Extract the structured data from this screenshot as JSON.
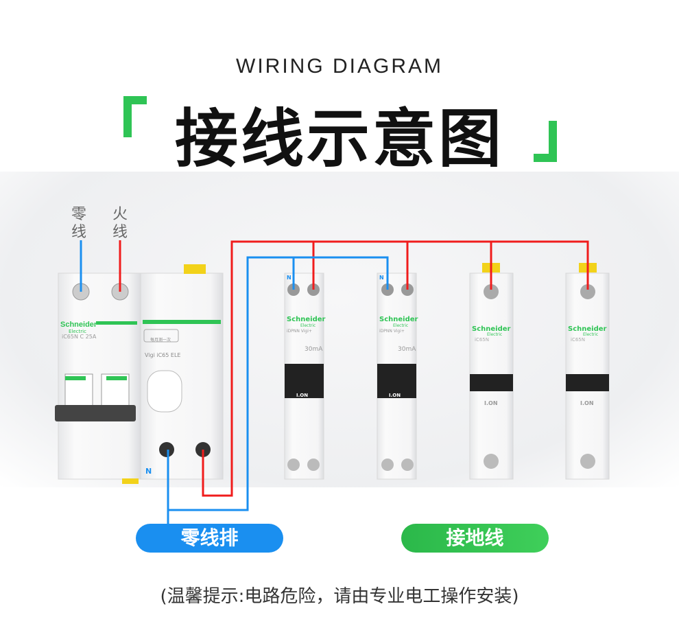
{
  "header": {
    "subtitle_en": "WIRING DIAGRAM",
    "title_cn": "接线示意图"
  },
  "labels": {
    "neutral": "零线",
    "live": "火线"
  },
  "devices": {
    "main": {
      "brand": "Schneider",
      "brand_sub": "Electric",
      "model": "iC65N  C 25A",
      "rcd_model": "Vigi iC65 ELE",
      "test_note": "每月测一次",
      "n_mark": "N"
    },
    "rcbo": [
      {
        "brand": "Schneider",
        "brand_sub": "Electric",
        "model": "iDPNN Vigi+",
        "rating": "30mA",
        "handle": "I.ON",
        "n_mark": "N"
      },
      {
        "brand": "Schneider",
        "brand_sub": "Electric",
        "model": "iDPNN Vigi+",
        "rating": "30mA",
        "handle": "I.ON",
        "n_mark": "N"
      }
    ],
    "mcb": [
      {
        "brand": "Schneider",
        "brand_sub": "Electric",
        "model": "iC65N",
        "handle": "I.ON"
      },
      {
        "brand": "Schneider",
        "brand_sub": "Electric",
        "model": "iC65N",
        "handle": "I.ON"
      }
    ]
  },
  "buttons": {
    "neutral_bar": "零线排",
    "ground": "接地线"
  },
  "footer": {
    "note": "(温馨提示:电路危险，请由专业电工操作安装)"
  },
  "colors": {
    "accent_green": "#2fc455",
    "live_wire": "#f01c1c",
    "neutral_wire": "#1a8ff0",
    "neutral_button": "#1a8ff0",
    "ground_button": "#33bb44"
  }
}
